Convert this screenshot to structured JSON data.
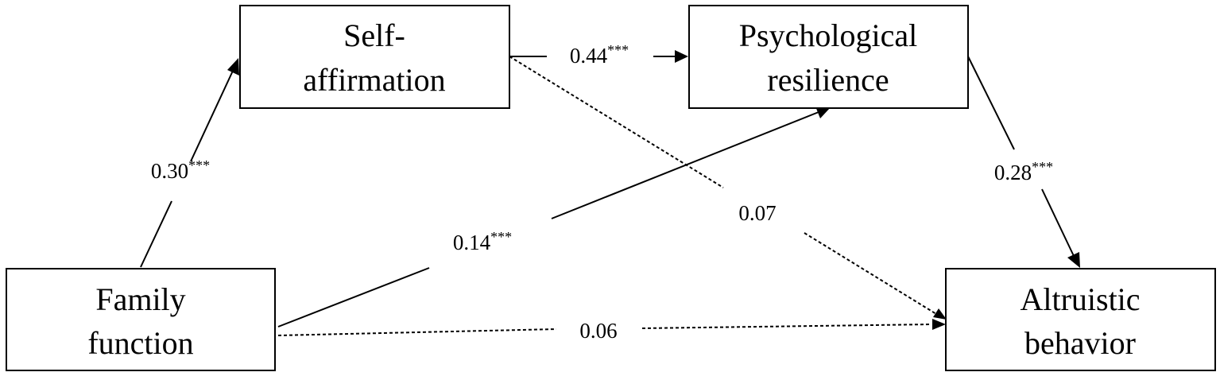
{
  "nodes": {
    "self_affirmation": {
      "line1": "Self-",
      "line2": "affirmation"
    },
    "psychological_resilience": {
      "line1": "Psychological",
      "line2": "resilience"
    },
    "family_function": {
      "line1": "Family",
      "line2": "function"
    },
    "altruistic_behavior": {
      "line1": "Altruistic",
      "line2": "behavior"
    }
  },
  "paths": {
    "ff_to_sa": {
      "value": "0.30",
      "sig": "***",
      "style": "solid"
    },
    "sa_to_pr": {
      "value": "0.44",
      "sig": "***",
      "style": "solid"
    },
    "pr_to_ab": {
      "value": "0.28",
      "sig": "***",
      "style": "solid"
    },
    "ff_to_pr": {
      "value": "0.14",
      "sig": "***",
      "style": "solid"
    },
    "sa_to_ab": {
      "value": "0.07",
      "sig": "",
      "style": "dashed"
    },
    "ff_to_ab": {
      "value": "0.06",
      "sig": "",
      "style": "dashed"
    }
  }
}
